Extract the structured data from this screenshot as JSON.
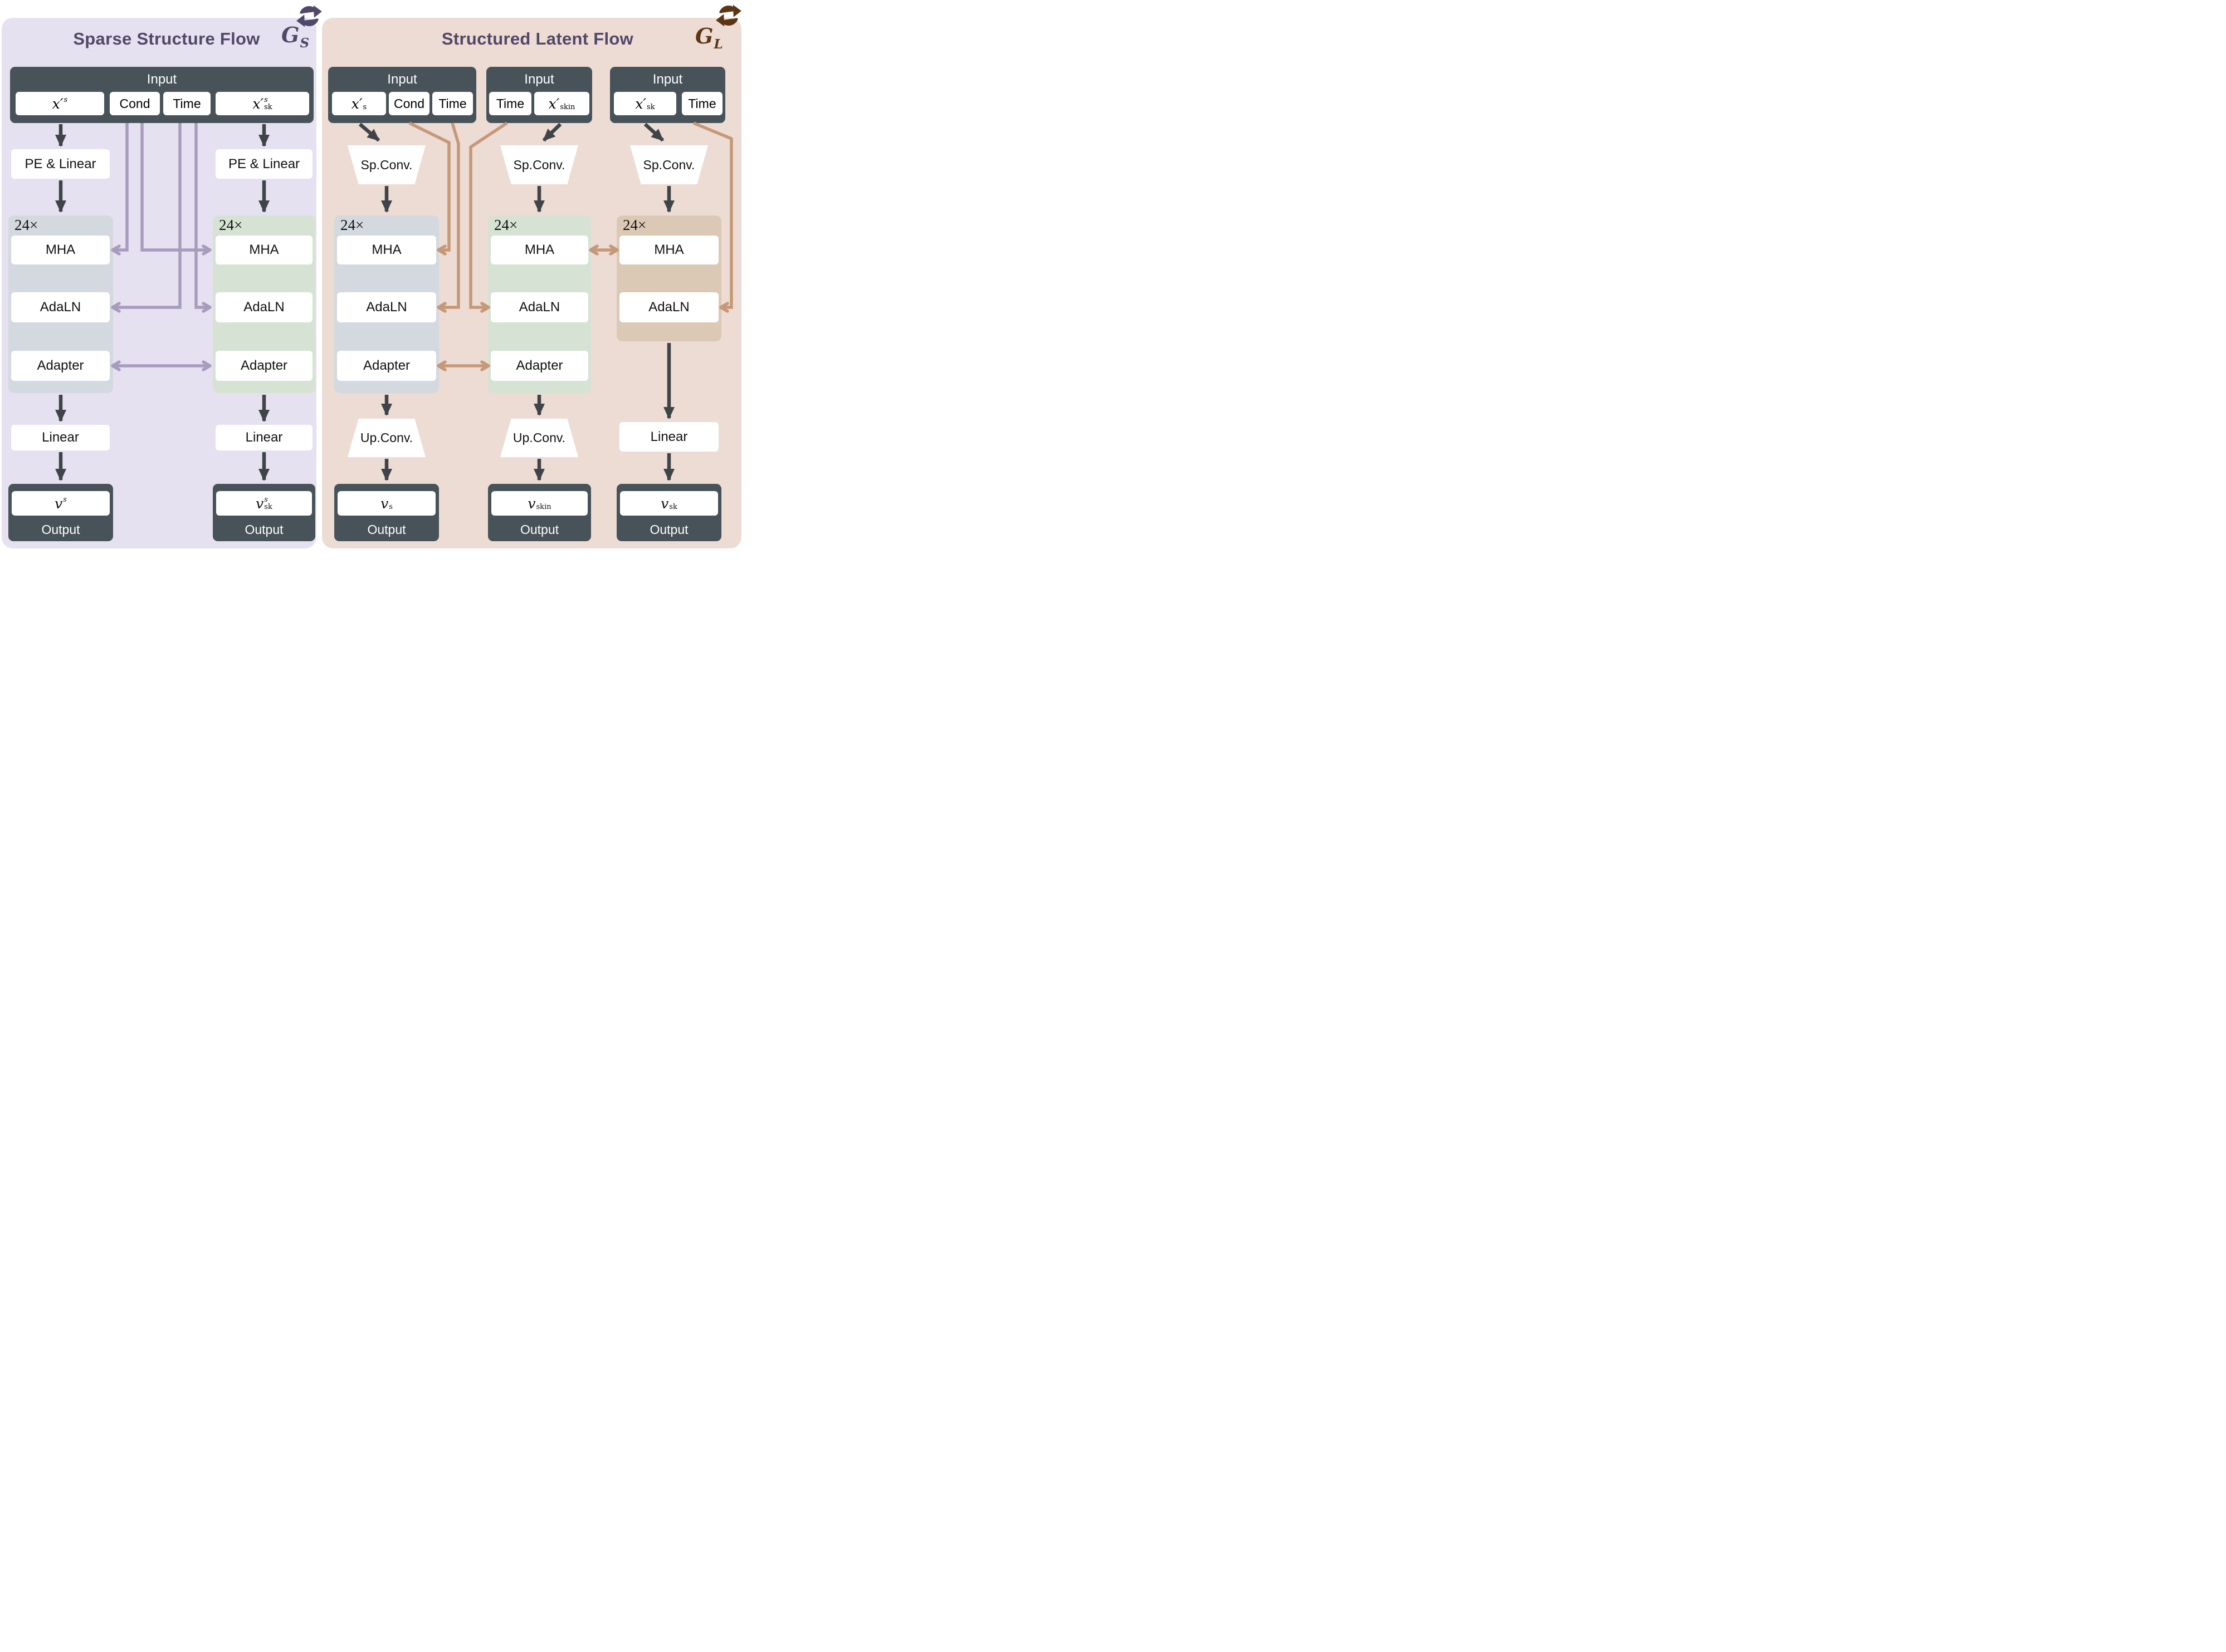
{
  "colors": {
    "panel_left": "#e6e1f1",
    "panel_right": "#eddcd3",
    "node_dark": "#475359",
    "block_blue": "#d3d9df",
    "block_green": "#d6e2d3",
    "block_tan": "#dbc9b5",
    "arrow_dark": "#3e4448",
    "line_purple": "#a89cbd",
    "line_tan": "#c59878",
    "title": "#514768",
    "tag_right": "#5c3514"
  },
  "left": {
    "title": "Sparse Structure Flow",
    "tag_base": "G",
    "tag_sub": "S",
    "input": {
      "label": "Input",
      "cell1_base": "x′",
      "cell1_sup": "s",
      "cell2": "Cond",
      "cell3": "Time",
      "cell4_base": "x′",
      "cell4_sup": "s",
      "cell4_sub": "sk"
    },
    "col1": {
      "pe": "PE & Linear",
      "rep": "24×",
      "mha": "MHA",
      "adaln": "AdaLN",
      "adapter": "Adapter",
      "linear": "Linear",
      "out_base": "v",
      "out_sup": "s",
      "out_label": "Output"
    },
    "col2": {
      "pe": "PE & Linear",
      "rep": "24×",
      "mha": "MHA",
      "adaln": "AdaLN",
      "adapter": "Adapter",
      "linear": "Linear",
      "out_base": "v",
      "out_sup": "s",
      "out_sub": "sk",
      "out_label": "Output"
    }
  },
  "right": {
    "title": "Structured Latent Flow",
    "tag_base": "G",
    "tag_sub": "L",
    "input1": {
      "label": "Input",
      "cell1_base": "x′",
      "cell1_sub": "s",
      "cell2": "Cond",
      "cell3": "Time"
    },
    "input2": {
      "label": "Input",
      "cell1": "Time",
      "cell2_base": "x′",
      "cell2_sub": "skin"
    },
    "input3": {
      "label": "Input",
      "cell1_base": "x′",
      "cell1_sub": "sk",
      "cell2": "Time"
    },
    "col1": {
      "conv": "Sp.Conv.",
      "rep": "24×",
      "mha": "MHA",
      "adaln": "AdaLN",
      "adapter": "Adapter",
      "upconv": "Up.Conv.",
      "out_base": "v",
      "out_sub": "s",
      "out_label": "Output"
    },
    "col2": {
      "conv": "Sp.Conv.",
      "rep": "24×",
      "mha": "MHA",
      "adaln": "AdaLN",
      "adapter": "Adapter",
      "upconv": "Up.Conv.",
      "out_base": "v",
      "out_sub": "skin",
      "out_label": "Output"
    },
    "col3": {
      "conv": "Sp.Conv.",
      "rep": "24×",
      "mha": "MHA",
      "adaln": "AdaLN",
      "linear": "Linear",
      "out_base": "v",
      "out_sub": "sk",
      "out_label": "Output"
    }
  }
}
